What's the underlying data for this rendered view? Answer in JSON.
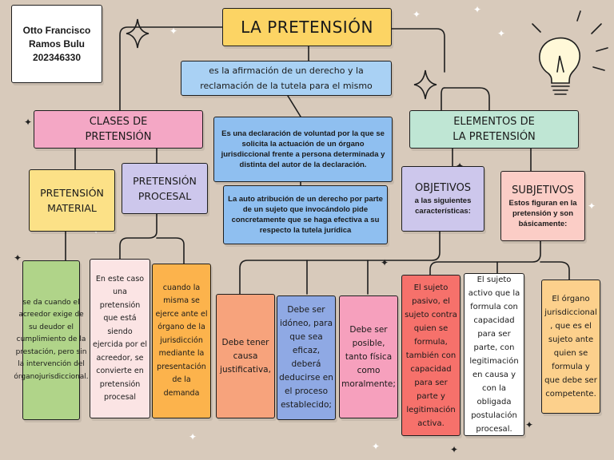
{
  "author": {
    "name_line1": "Otto Francisco",
    "name_line2": "Ramos Bulu",
    "id": "202346330"
  },
  "title": "LA PRETENSIÓN",
  "definition": {
    "line1": "es la afirmación de un derecho y la",
    "line2": "reclamación de la tutela para el mismo"
  },
  "declaration_note": "Es una declaración de voluntad por la que se solicita la actuación de un órgano jurisdiccional frente a persona determinada y distinta del autor de la declaración.",
  "self_attribution_note": "La auto atribución de un derecho por parte de un sujeto que invocándolo pide concretamente que se haga efectiva a su respecto la tutela jurídica",
  "classes": {
    "heading_line1": "CLASES DE",
    "heading_line2": "PRETENSIÓN",
    "material": {
      "line1": "PRETENSIÓN",
      "line2": "MATERIAL",
      "desc": "se da cuando el acreedor exige de su deudor el cumplimiento de la prestación, pero sin la intervención del órganojurisdiccional."
    },
    "procesal": {
      "line1": "PRETENSIÓN",
      "line2": "PROCESAL",
      "desc_a": "En este caso una pretensión que está siendo ejercida por el acreedor, se convierte en pretensión procesal",
      "desc_b": "cuando la misma se ejerce ante el órgano de la jurisdicción mediante la presentación de la demanda"
    }
  },
  "elements": {
    "heading_line1": "ELEMENTOS DE",
    "heading_line2": "LA PRETENSIÓN",
    "objetivos": {
      "title": "OBJETIVOS",
      "subtitle": "a las siguientes características:",
      "items": [
        "Debe tener causa justificativa,",
        "Debe ser idóneo, para que sea eficaz, deberá deducirse en el proceso establecido;",
        "Debe ser posible, tanto física como moralmente;"
      ]
    },
    "subjetivos": {
      "title": "SUBJETIVOS",
      "subtitle": "Estos figuran en la pretensión y son básicamente:",
      "items": [
        "El sujeto pasivo, el sujeto contra quien se formula, también con capacidad para ser parte y legitimación activa.",
        "El sujeto activo que la formula con capacidad para ser parte, con legitimación en causa y con la obligada postulación procesal.",
        "El órgano jurisdiccional , que es el sujeto ante quien se formula y que debe ser competente."
      ]
    }
  },
  "colors": {
    "background": "#d8cabb",
    "title_yellow": "#fcd464",
    "pink": "#f4a7c5",
    "mint": "#bfe6d4",
    "light_blue": "#a9d1f4",
    "blue_note": "#8fbff0",
    "yellow": "#fce187",
    "lavender": "#cdc7ec",
    "green": "#b0d489",
    "cream": "#fbe4e4",
    "orange": "#fcb34c",
    "salmon": "#f7a37c",
    "steel_blue": "#8fa9e4",
    "rose": "#f6a0bd",
    "coral": "#f6716b",
    "white": "#ffffff",
    "light_orange": "#fcd08c",
    "salmon_light": "#fbcdc6"
  }
}
